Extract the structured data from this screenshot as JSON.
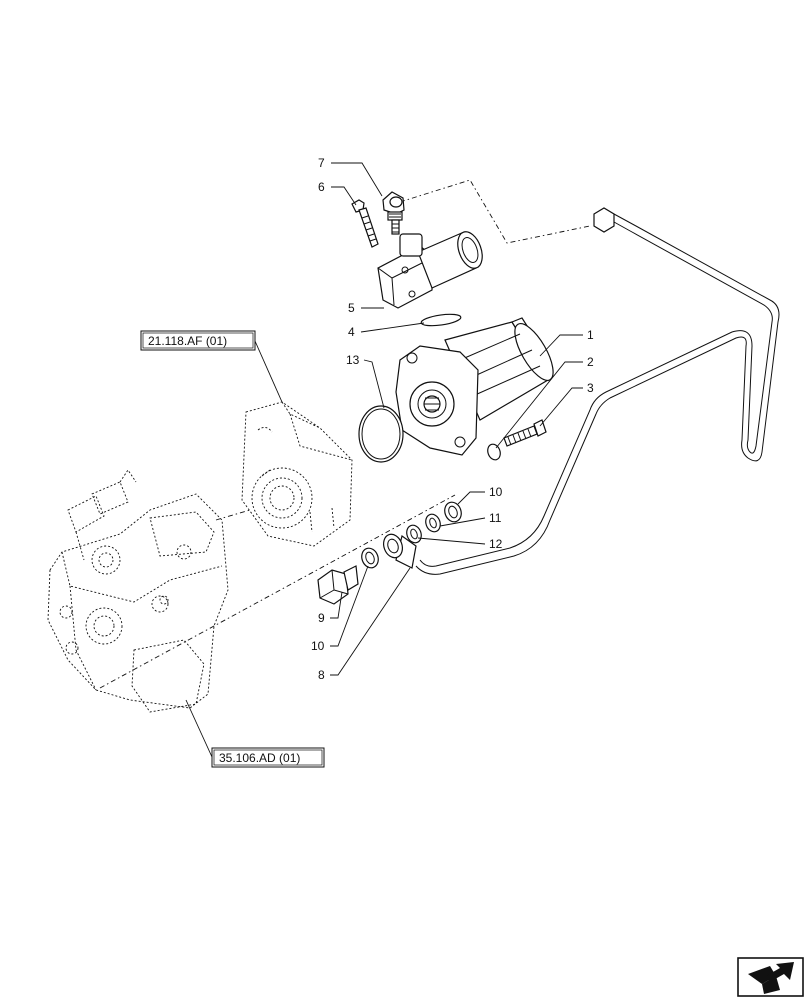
{
  "callouts": {
    "c1": "1",
    "c2": "2",
    "c3": "3",
    "c4": "4",
    "c5": "5",
    "c6": "6",
    "c7": "7",
    "c8": "8",
    "c9": "9",
    "c10a": "10",
    "c10b": "10",
    "c11": "11",
    "c12": "12",
    "c13": "13"
  },
  "references": {
    "upper": "21.118.AF (01)",
    "lower": "35.106.AD (01)"
  },
  "icons": {
    "nav": "next-page-arrow-icon"
  }
}
